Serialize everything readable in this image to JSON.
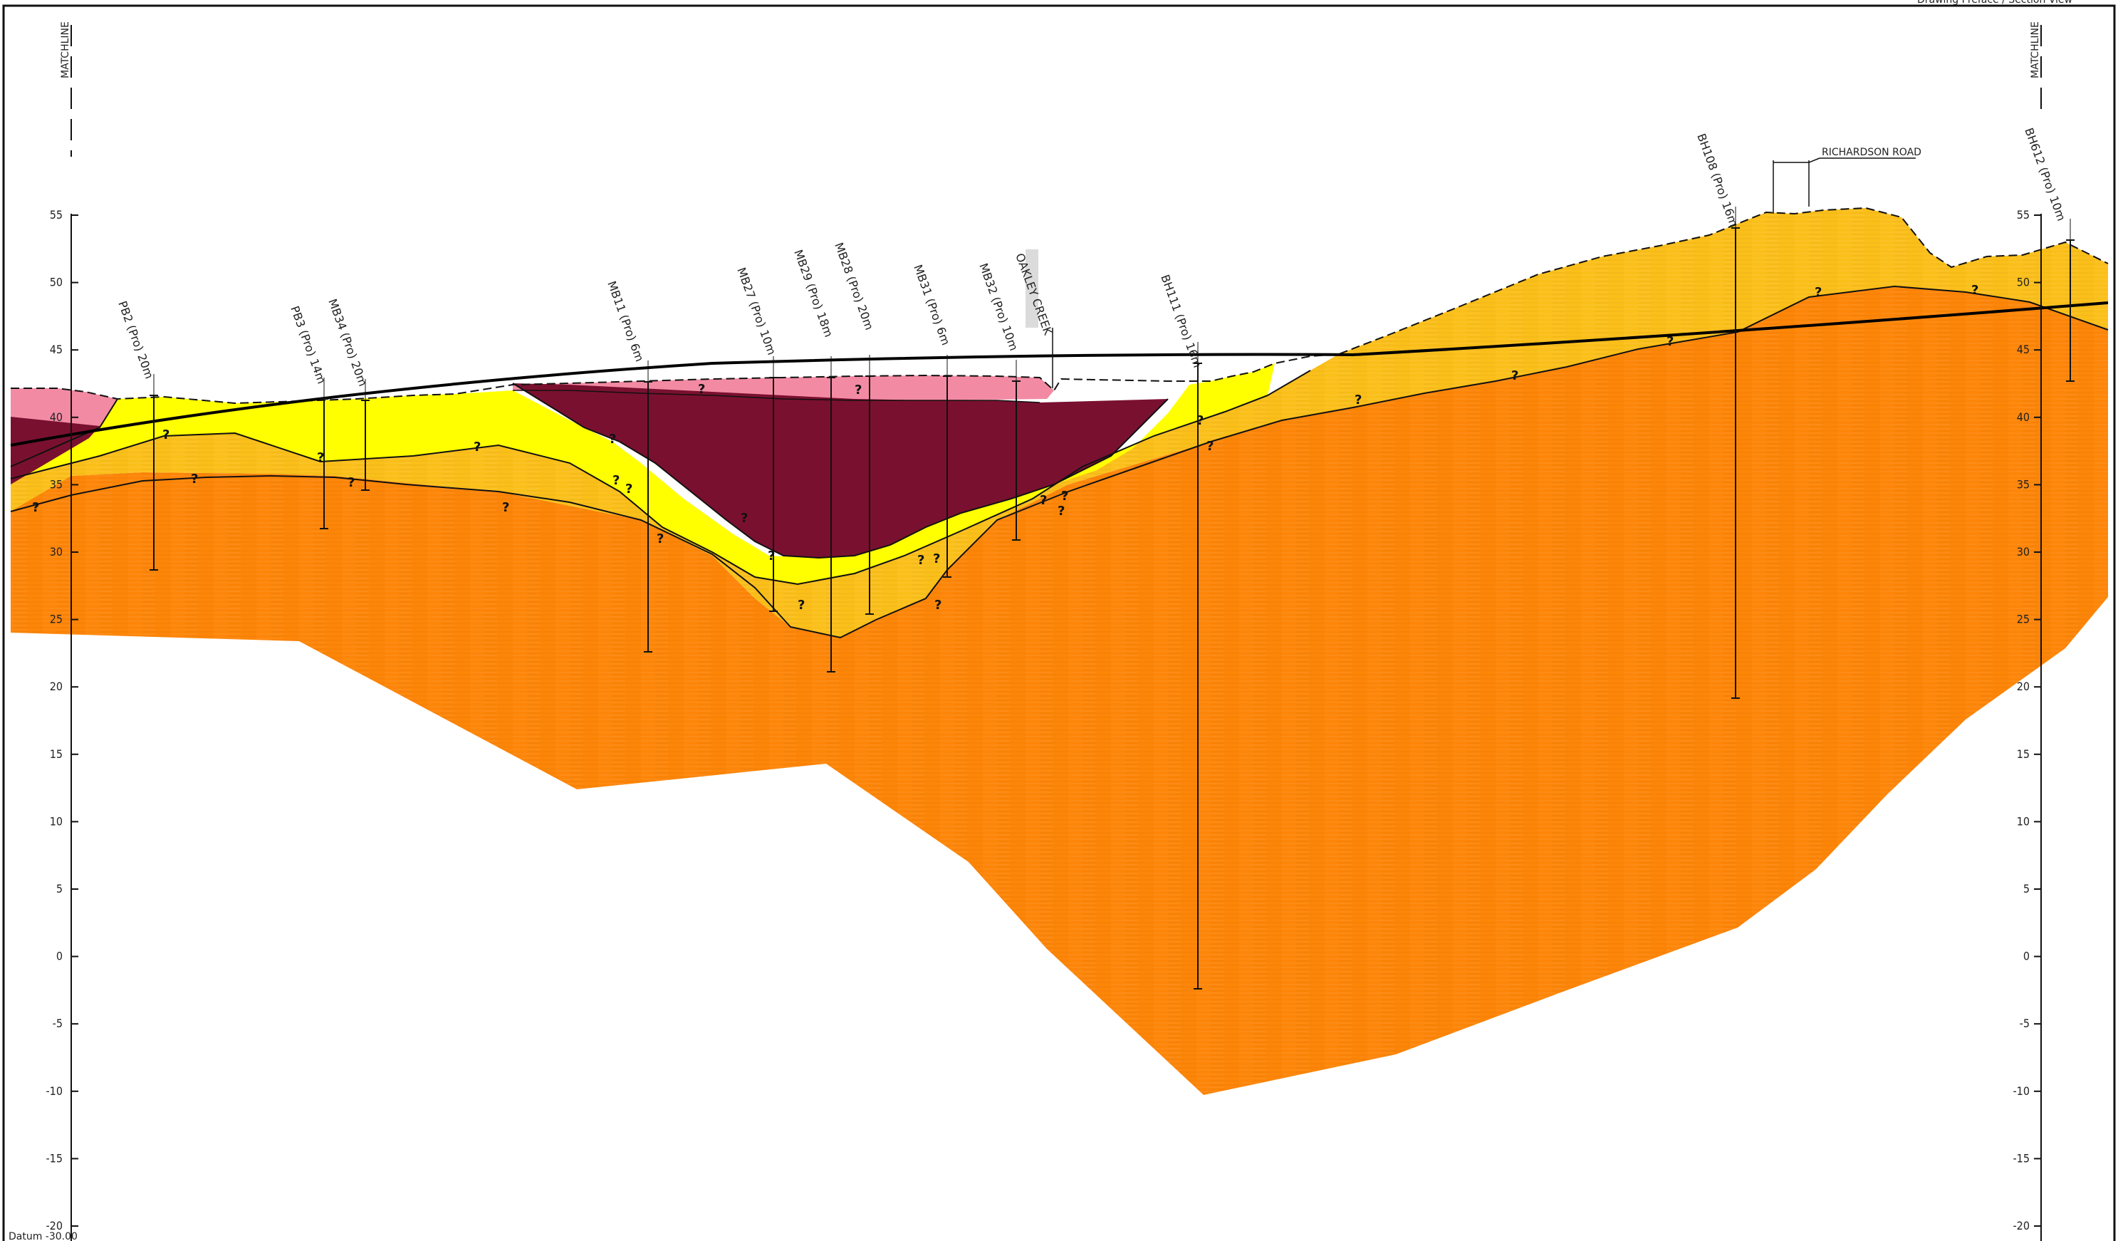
{
  "matchlines": {
    "left": "MATCHLINE",
    "right": "MATCHLINE"
  },
  "road_label": "RICHARDSON ROAD",
  "creek_label": "OAKLEY CREEK",
  "header_text": "Drawing Preface / Section View",
  "bottom_left_text": "Datum -30.00",
  "axis": {
    "left_ticks": [
      "55",
      "50",
      "45",
      "40",
      "35",
      "30",
      "25",
      "20",
      "15",
      "10",
      "5",
      "0",
      "-5",
      "-10",
      "-15",
      "-20"
    ],
    "right_ticks": [
      "55",
      "50",
      "45",
      "40",
      "35",
      "30",
      "25",
      "20",
      "15",
      "10",
      "5",
      "0",
      "-5",
      "-10",
      "-15",
      "-20"
    ]
  },
  "boreholes": [
    {
      "label": "PB2 (Pro) 20m"
    },
    {
      "label": "PB3 (Pro) 14m"
    },
    {
      "label": "MB34 (Pro) 20m"
    },
    {
      "label": "MB11 (Pro) 6m"
    },
    {
      "label": "MB27 (Pro) 10m"
    },
    {
      "label": "MB29 (Pro) 18m"
    },
    {
      "label": "MB28 (Pro) 20m"
    },
    {
      "label": "MB31 (Pro) 6m"
    },
    {
      "label": "MB32 (Pro) 10m"
    },
    {
      "label": "BH111 (Pro) 16m"
    },
    {
      "label": "BH108 (Pro) 16m"
    },
    {
      "label": "BH612 (Pro) 10m"
    }
  ],
  "uncertain_marker": "?",
  "colors": {
    "fill_pink": "#f38aa3",
    "fill_maroon": "#7a1030",
    "fill_yellow": "#ffff00",
    "fill_gold": "#fbbf1a",
    "fill_orange": "#fd8508",
    "line": "#111111"
  }
}
